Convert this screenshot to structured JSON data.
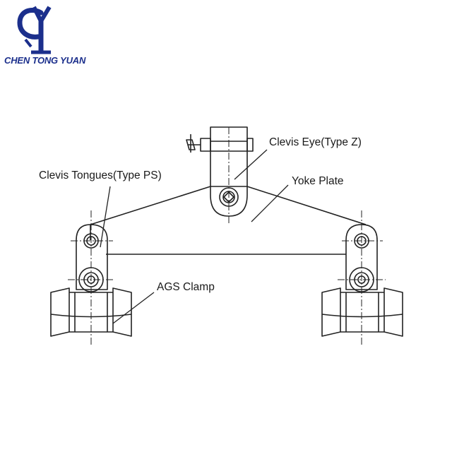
{
  "brand": {
    "name": "CHEN TONG YUAN",
    "logo_icon": "cty-monogram-icon",
    "color": "#1b2f8c"
  },
  "labels": {
    "clevis_eye": "Clevis Eye(Type Z)",
    "clevis_tongues": "Clevis Tongues(Type PS)",
    "yoke_plate": "Yoke Plate",
    "ags_clamp": "AGS Clamp"
  }
}
